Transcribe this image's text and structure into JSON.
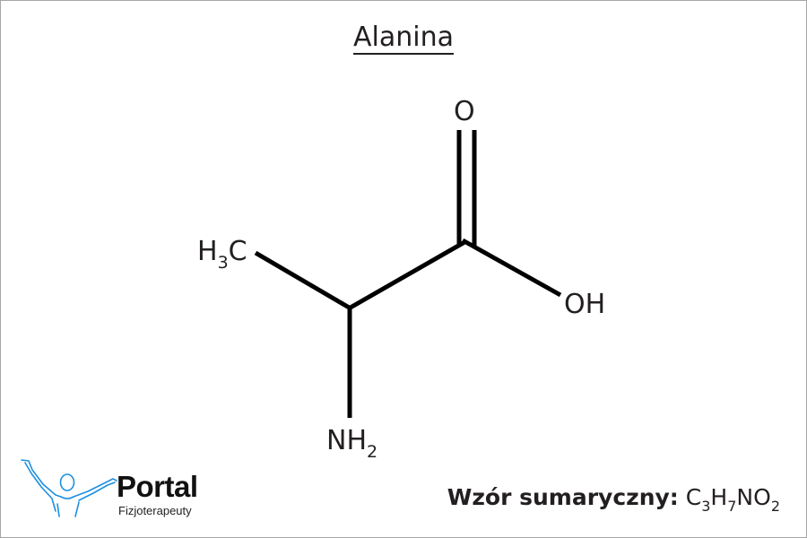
{
  "title": "Alanina",
  "molecule": {
    "name": "Alanina",
    "atoms": {
      "methyl": {
        "element": "H",
        "sub": "3",
        "tail": "C"
      },
      "carbonyl_oxygen": "O",
      "hydroxyl": "OH",
      "amine": {
        "element": "NH",
        "sub": "2"
      }
    },
    "bonds": [
      {
        "from": "CH3",
        "to": "C-alpha",
        "order": 1
      },
      {
        "from": "C-alpha",
        "to": "C-carboxyl",
        "order": 1
      },
      {
        "from": "C-carboxyl",
        "to": "O",
        "order": 2
      },
      {
        "from": "C-carboxyl",
        "to": "OH",
        "order": 1
      },
      {
        "from": "C-alpha",
        "to": "NH2",
        "order": 1
      }
    ],
    "bond_color": "#000000"
  },
  "formula": {
    "label": "Wzór sumaryczny:",
    "parts": [
      {
        "el": "C",
        "n": "3"
      },
      {
        "el": "H",
        "n": "7"
      },
      {
        "el": "N",
        "n": ""
      },
      {
        "el": "O",
        "n": "2"
      }
    ]
  },
  "logo": {
    "brand": "Portal",
    "tagline": "Fizjoterapeuty",
    "icon_color": "#1e8fe0"
  }
}
